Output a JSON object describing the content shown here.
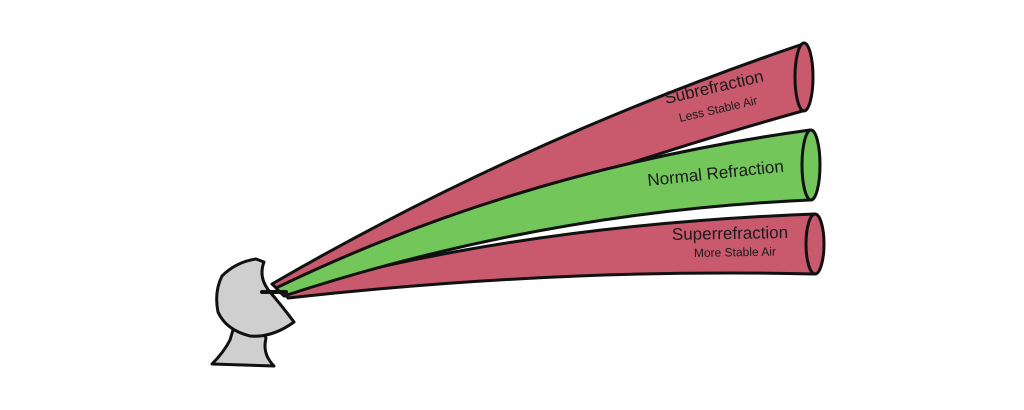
{
  "colors": {
    "refraction_pink": "#c95a6d",
    "normal_green": "#72c65a",
    "radar_gray": "#cfcfcf",
    "outline": "#111111",
    "background": "#ffffff"
  },
  "beams": {
    "subrefraction": {
      "title": "Subrefraction",
      "subtitle": "Less Stable Air"
    },
    "normal": {
      "title": "Normal Refraction"
    },
    "superrefraction": {
      "title": "Superrefraction",
      "subtitle": "More Stable Air"
    }
  },
  "radar": {
    "icon": "radar-dish-icon"
  }
}
